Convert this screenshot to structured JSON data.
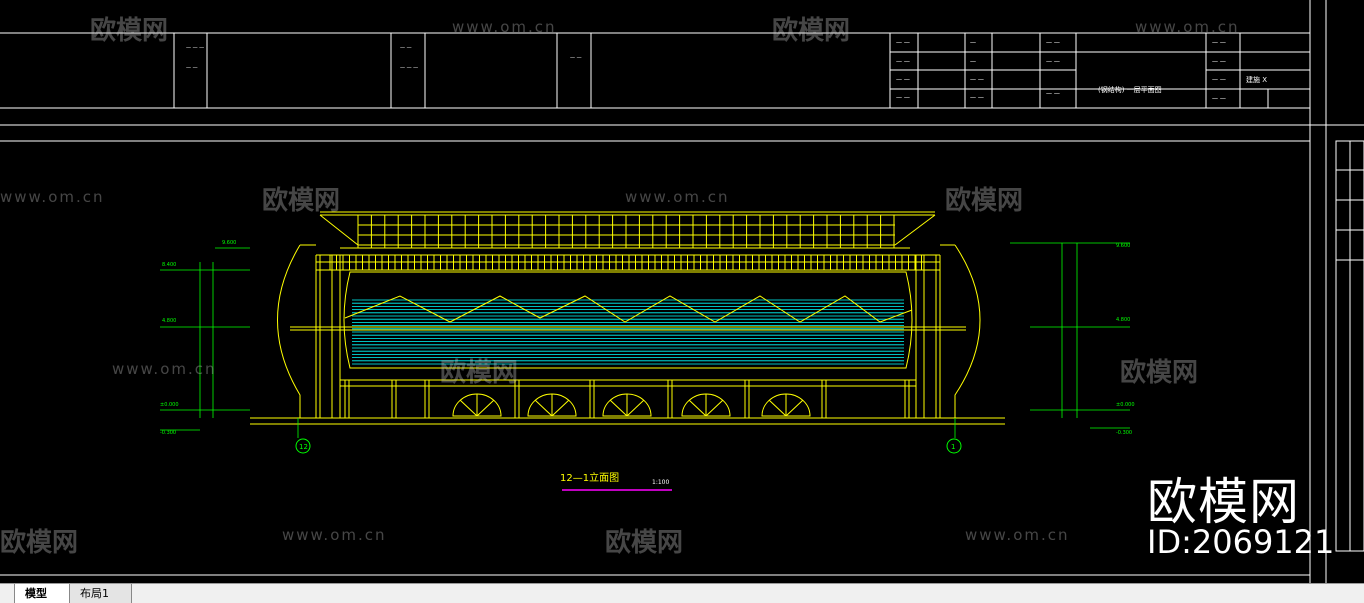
{
  "drawing": {
    "title_block": {
      "drawing_name": "(钢结构) 一层平面图",
      "sheet_no": "建施 X"
    },
    "elevation_title": "12—1立面图",
    "scale": "1:100",
    "axis_left": "12",
    "axis_right": "1",
    "levels_left": [
      "9.600",
      "8.400",
      "4.800",
      "±0.000",
      "-0.300"
    ],
    "levels_right": [
      "9.600",
      "4.800",
      "±0.000",
      "-0.300"
    ],
    "colors": {
      "line": "#ffff00",
      "dim": "#00ff00",
      "hatch": "#00ffff",
      "frame": "#ffffff",
      "accent": "#ff00ff"
    }
  },
  "watermarks": {
    "brand": "欧模网",
    "url": "www.om.cn",
    "big_brand": "欧模网",
    "id_text": "ID:2069121"
  },
  "tabs": [
    {
      "label": "模型",
      "active": true
    },
    {
      "label": "布局1",
      "active": false
    }
  ]
}
